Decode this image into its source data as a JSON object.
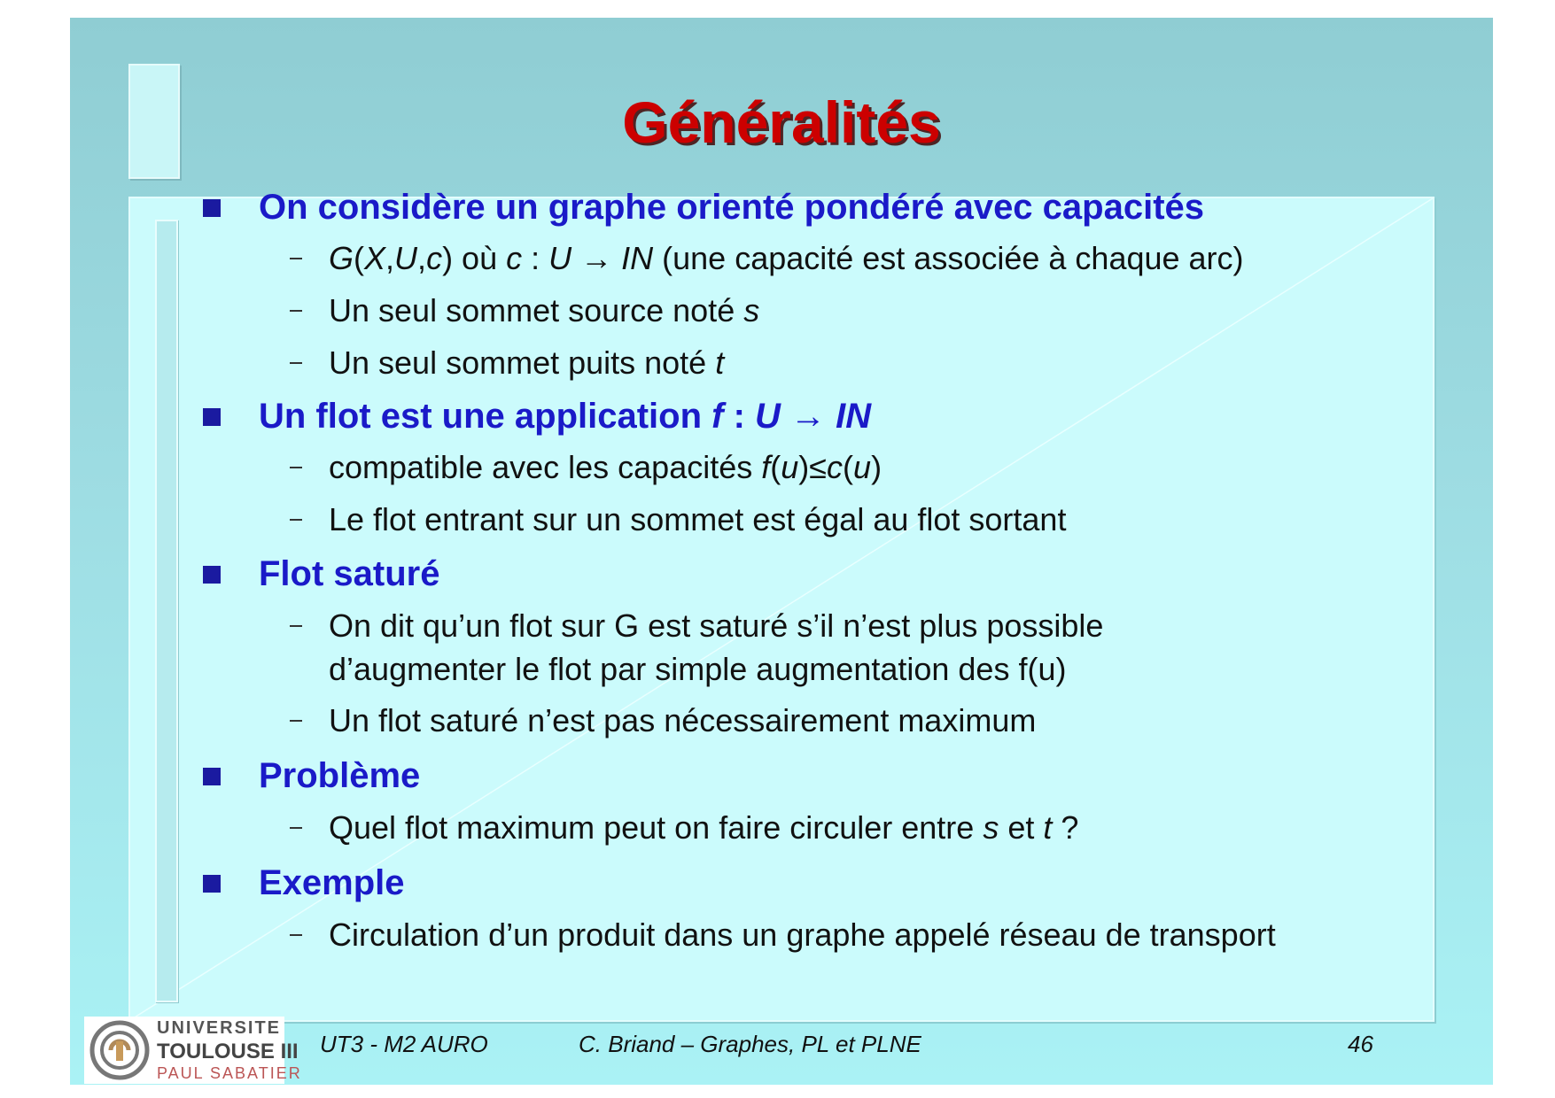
{
  "slide": {
    "title": "Généralités",
    "page_number": "46"
  },
  "content": {
    "items": [
      {
        "heading": "On considère un graphe orienté pondéré avec capacités",
        "subitems": [
          {
            "lead": "G",
            "p1": "(",
            "a": "X",
            "p2": ",",
            "b": "U",
            "p3": ",",
            "c": "c",
            "p4": ") où ",
            "d": "c",
            "p5": " : ",
            "e": "U",
            "arrow": " → ",
            "f": "IN",
            "rest": " (une capacité est associée à chaque arc)"
          },
          {
            "text": "Un seul sommet source noté ",
            "var": "s"
          },
          {
            "text": "Un seul sommet puits noté ",
            "var": "t"
          }
        ]
      },
      {
        "heading_pre": "Un flot est une application ",
        "heading_f": "f",
        "heading_colon": " : ",
        "heading_U": "U",
        "heading_arrow": " → ",
        "heading_IN": "IN",
        "subitems": [
          {
            "pre": "compatible avec les capacités ",
            "f": "f",
            "o1": "(",
            "u1": "u",
            "mid": ")≤",
            "c": "c",
            "o2": "(",
            "u2": "u",
            "end": ")"
          },
          {
            "text": "Le flot entrant sur un sommet est égal au flot sortant"
          }
        ]
      },
      {
        "heading": "Flot saturé",
        "subitems": [
          {
            "line1": "On dit qu’un flot sur G est saturé s’il n’est plus possible",
            "line2": "d’augmenter le flot par simple augmentation des f(u)"
          },
          {
            "text": "Un flot saturé n’est pas nécessairement maximum"
          }
        ]
      },
      {
        "heading": "Problème",
        "subitems": [
          {
            "pre": "Quel flot maximum peut on faire circuler entre ",
            "s": "s",
            "mid": " et ",
            "t": "t",
            "end": " ?"
          }
        ]
      },
      {
        "heading": "Exemple",
        "subitems": [
          {
            "text": "Circulation d’un produit dans un graphe appelé réseau de transport"
          }
        ]
      }
    ]
  },
  "footer": {
    "left": "UT3 - M2 AURO",
    "center": "C. Briand – Graphes, PL et PLNE",
    "logo_line1": "UNIVERSITE",
    "logo_line2": "TOULOUSE III",
    "logo_line3": "PAUL SABATIER"
  },
  "colors": {
    "title": "#cc0000",
    "heading": "#1a1ac8",
    "background": "#9edde3",
    "panel": "#cbfbfc"
  }
}
